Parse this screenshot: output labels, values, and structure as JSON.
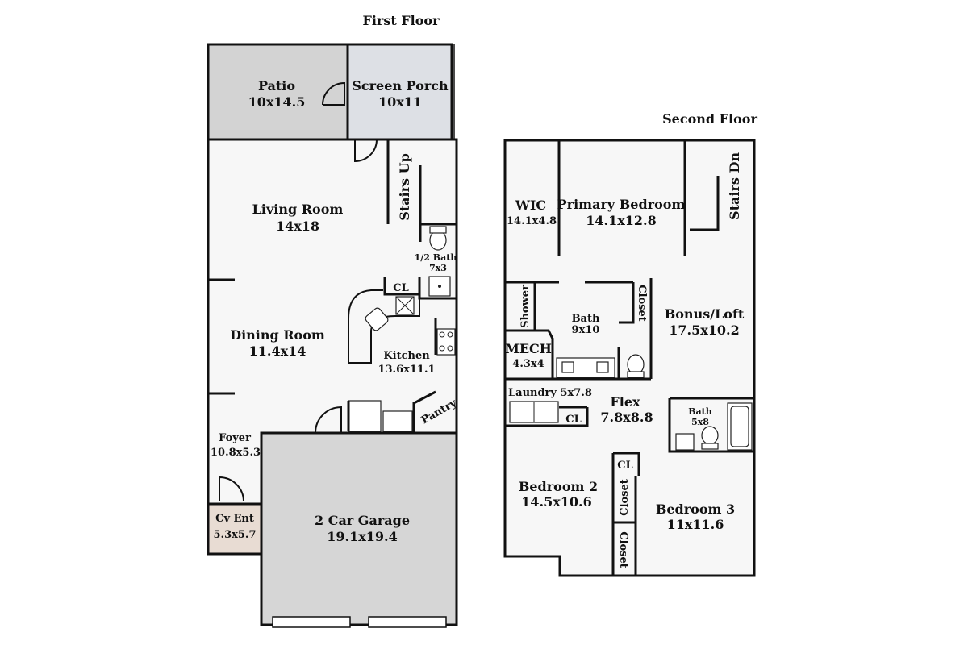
{
  "floors": {
    "first": {
      "title": "First Floor",
      "rooms": {
        "patio": {
          "name": "Patio",
          "size": "10x14.5"
        },
        "screen_porch": {
          "name": "Screen Porch",
          "size": "10x11"
        },
        "living_room": {
          "name": "Living Room",
          "size": "14x18"
        },
        "stairs_up": {
          "name": "Stairs Up"
        },
        "half_bath": {
          "name": "1/2 Bath",
          "size": "7x3"
        },
        "closet": {
          "name": "CL"
        },
        "dining_room": {
          "name": "Dining Room",
          "size": "11.4x14"
        },
        "kitchen": {
          "name": "Kitchen",
          "size": "13.6x11.1"
        },
        "pantry": {
          "name": "Pantry"
        },
        "foyer": {
          "name": "Foyer",
          "size": "10.8x5.3"
        },
        "cv_ent": {
          "name": "Cv Ent",
          "size": "5.3x5.7"
        },
        "garage": {
          "name": "2 Car Garage",
          "size": "19.1x19.4"
        }
      }
    },
    "second": {
      "title": "Second Floor",
      "rooms": {
        "wic": {
          "name": "WIC",
          "size": "14.1x4.8"
        },
        "primary_bedroom": {
          "name": "Primary Bedroom",
          "size": "14.1x12.8"
        },
        "stairs_dn": {
          "name": "Stairs Dn"
        },
        "shower": {
          "name": "Shower"
        },
        "bath_primary": {
          "name": "Bath",
          "size": "9x10"
        },
        "closet_primary": {
          "name": "Closet"
        },
        "bonus_loft": {
          "name": "Bonus/Loft",
          "size": "17.5x10.2"
        },
        "mech": {
          "name": "MECH",
          "size": "4.3x4"
        },
        "laundry": {
          "name": "Laundry 5x7.8"
        },
        "laundry_closet": {
          "name": "CL"
        },
        "flex": {
          "name": "Flex",
          "size": "7.8x8.8"
        },
        "bath_hall": {
          "name": "Bath",
          "size": "5x8"
        },
        "hall_closet": {
          "name": "CL"
        },
        "closet_b2": {
          "name": "Closet"
        },
        "closet_b3": {
          "name": "Closet"
        },
        "bedroom2": {
          "name": "Bedroom 2",
          "size": "14.5x10.6"
        },
        "bedroom3": {
          "name": "Bedroom 3",
          "size": "11x11.6"
        }
      }
    }
  },
  "colors": {
    "interior": "#f7f7f7",
    "patio": "#d3d3d3",
    "screen_porch": "#dde0e5",
    "garage": "#d6d6d6",
    "cv_ent": "#e8dcd3",
    "wall": "#111111"
  }
}
